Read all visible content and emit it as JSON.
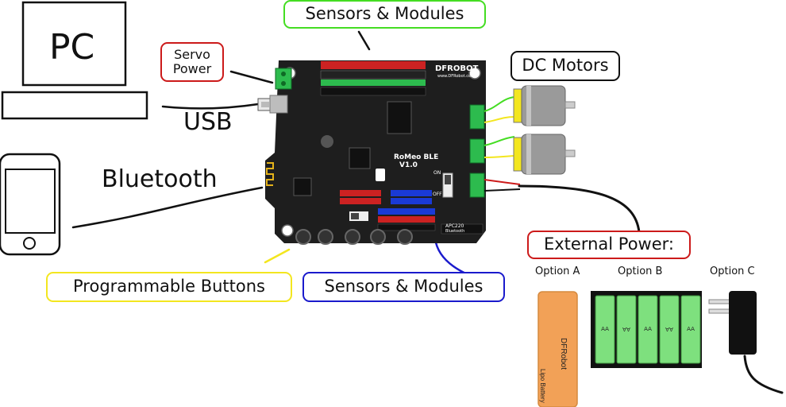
{
  "pc": {
    "label": "PC"
  },
  "labels": {
    "usb": "USB",
    "bluetooth": "Bluetooth"
  },
  "callouts": {
    "servo_power_line1": "Servo",
    "servo_power_line2": "Power",
    "sensors_top": "Sensors & Modules",
    "dc_motors": "DC Motors",
    "external_power": "External Power:",
    "programmable_buttons": "Programmable Buttons",
    "sensors_bottom": "Sensors & Modules"
  },
  "board": {
    "brand": "DFROBOT",
    "url": "www.DFRobot.com",
    "model": "RoMeo BLE",
    "version": "V1.0",
    "switch_on": "ON",
    "switch_off": "OFF",
    "apc": "APC220",
    "bt": "Bluetooth"
  },
  "options": {
    "a": "Option A",
    "b": "Option B",
    "c": "Option C"
  },
  "battery": {
    "brand": "DFRobot",
    "type": "Lipo Battery",
    "cell_label": "AA"
  },
  "colors": {
    "board": "#1e1e1e",
    "terminal": "#2dbb4e",
    "lipo": "#f2a157",
    "aa_cell": "#7ee07e",
    "yellow": "#f3e61f",
    "green_border": "#44dd22",
    "blue_border": "#1a1acc",
    "red_border": "#cc1a1a"
  }
}
